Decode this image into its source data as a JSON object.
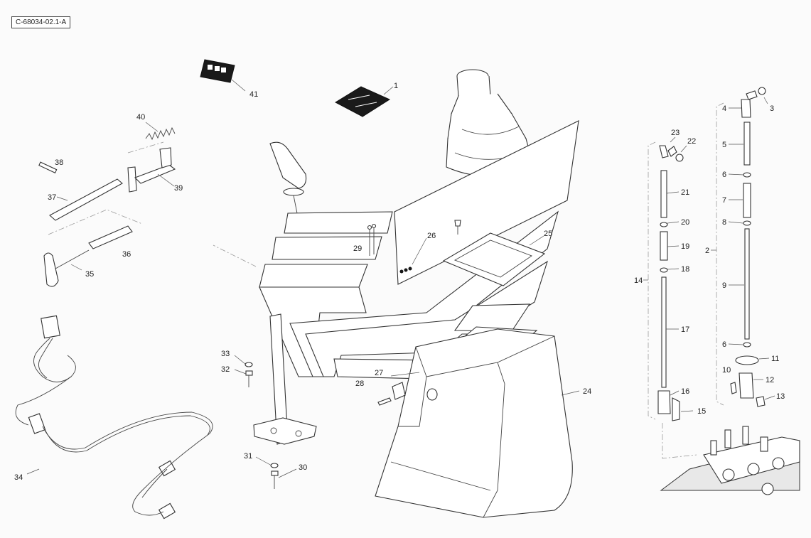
{
  "reference_code": "C-68034-02.1-A",
  "callouts": [
    {
      "key": "c1",
      "label": "1"
    },
    {
      "key": "c2",
      "label": "2"
    },
    {
      "key": "c3",
      "label": "3"
    },
    {
      "key": "c4",
      "label": "4"
    },
    {
      "key": "c5",
      "label": "5"
    },
    {
      "key": "c6a",
      "label": "6"
    },
    {
      "key": "c6b",
      "label": "6"
    },
    {
      "key": "c7",
      "label": "7"
    },
    {
      "key": "c8",
      "label": "8"
    },
    {
      "key": "c9",
      "label": "9"
    },
    {
      "key": "c10",
      "label": "10"
    },
    {
      "key": "c11",
      "label": "11"
    },
    {
      "key": "c12",
      "label": "12"
    },
    {
      "key": "c13",
      "label": "13"
    },
    {
      "key": "c14",
      "label": "14"
    },
    {
      "key": "c15",
      "label": "15"
    },
    {
      "key": "c16",
      "label": "16"
    },
    {
      "key": "c17",
      "label": "17"
    },
    {
      "key": "c18",
      "label": "18"
    },
    {
      "key": "c19",
      "label": "19"
    },
    {
      "key": "c20",
      "label": "20"
    },
    {
      "key": "c21",
      "label": "21"
    },
    {
      "key": "c22",
      "label": "22"
    },
    {
      "key": "c23",
      "label": "23"
    },
    {
      "key": "c24",
      "label": "24"
    },
    {
      "key": "c25",
      "label": "25"
    },
    {
      "key": "c26",
      "label": "26"
    },
    {
      "key": "c27",
      "label": "27"
    },
    {
      "key": "c28",
      "label": "28"
    },
    {
      "key": "c29",
      "label": "29"
    },
    {
      "key": "c30",
      "label": "30"
    },
    {
      "key": "c31",
      "label": "31"
    },
    {
      "key": "c32",
      "label": "32"
    },
    {
      "key": "c33",
      "label": "33"
    },
    {
      "key": "c34",
      "label": "34"
    },
    {
      "key": "c35",
      "label": "35"
    },
    {
      "key": "c36",
      "label": "36"
    },
    {
      "key": "c37",
      "label": "37"
    },
    {
      "key": "c38",
      "label": "38"
    },
    {
      "key": "c39",
      "label": "39"
    },
    {
      "key": "c40",
      "label": "40"
    },
    {
      "key": "c41",
      "label": "41"
    }
  ]
}
